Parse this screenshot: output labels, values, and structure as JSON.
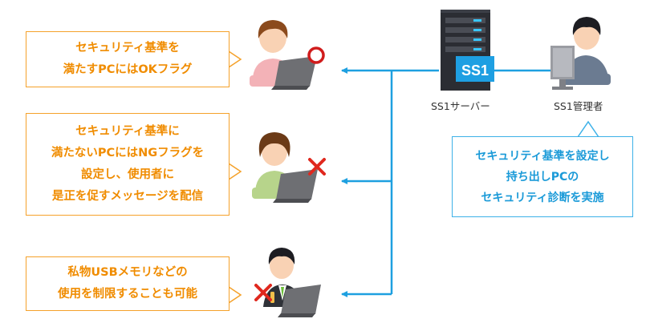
{
  "callouts": {
    "ok": {
      "lines": [
        "セキュリティ基準を",
        "満たすPCにはOKフラグ"
      ]
    },
    "ng": {
      "lines": [
        "セキュリティ基準に",
        "満たないPCにはNGフラグを",
        "設定し、使用者に",
        "是正を促すメッセージを配信"
      ]
    },
    "usb": {
      "lines": [
        "私物USBメモリなどの",
        "使用を制限することも可能"
      ]
    },
    "admin": {
      "lines": [
        "セキュリティ基準を設定し",
        "持ち出しPCの",
        "セキュリティ診断を実施"
      ]
    }
  },
  "labels": {
    "server": "SS1サーバー",
    "admin": "SS1管理者",
    "server_badge": "SS1"
  },
  "icons": {
    "ok_mark": "circle-ok-icon",
    "ng_mark": "cross-ng-icon",
    "usb_mark": "cross-restrict-icon"
  },
  "colors": {
    "accent_orange": "#f5a12a",
    "text_orange": "#f08c00",
    "accent_blue": "#3db1e8",
    "arrow_blue": "#1ea0e0",
    "ok_red": "#d01c1c",
    "ng_red": "#e0281e",
    "server_badge": "#1e9fe2"
  }
}
